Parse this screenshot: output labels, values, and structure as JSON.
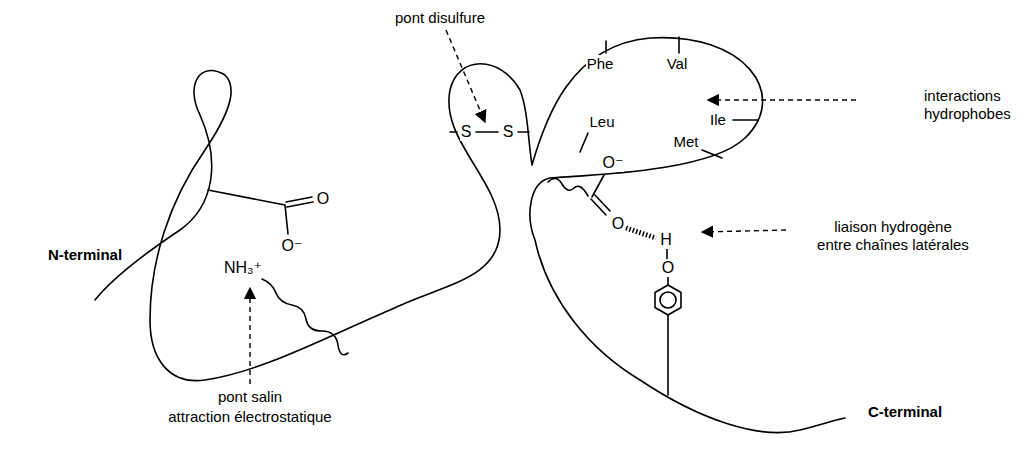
{
  "diagram": {
    "labels": [
      "pont disulfure",
      "N-terminal",
      "S",
      "S",
      "Phe",
      "Val",
      "Ile",
      "Leu",
      "Met",
      "interactions hydrophobes",
      "O",
      "O⁻",
      "NH₃⁺",
      "O⁻",
      "O",
      "H",
      "O",
      "liaison hydrogène entre chaînes latérales",
      "C-terminal",
      "pont salin",
      "attraction électrostatique"
    ]
  }
}
